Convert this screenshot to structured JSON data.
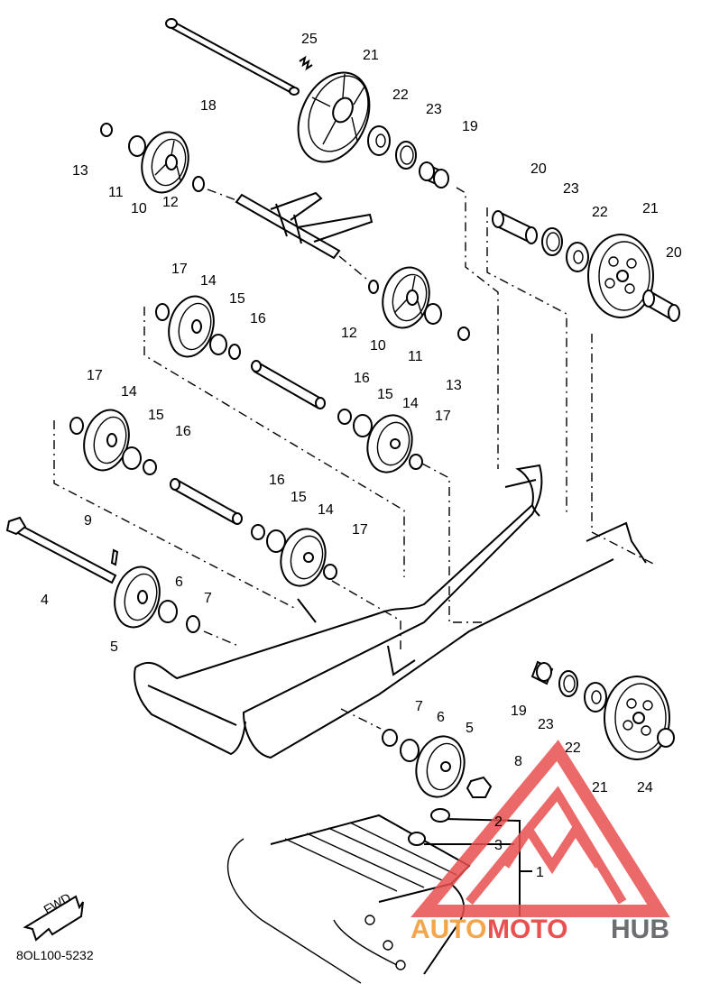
{
  "diagram": {
    "labels": [
      "25",
      "21",
      "18",
      "22",
      "23",
      "19",
      "13",
      "11",
      "10",
      "12",
      "20",
      "23",
      "22",
      "21",
      "20",
      "17",
      "14",
      "15",
      "16",
      "12",
      "10",
      "11",
      "13",
      "17",
      "14",
      "15",
      "16",
      "16",
      "15",
      "14",
      "17",
      "16",
      "15",
      "14",
      "17",
      "9",
      "4",
      "6",
      "7",
      "5",
      "7",
      "6",
      "5",
      "8",
      "19",
      "23",
      "22",
      "21",
      "24",
      "2",
      "3",
      "1"
    ],
    "part_code": "8OL100-5232",
    "fwd_label": "FWD"
  },
  "watermark": {
    "text_a": "AUTO",
    "text_b": "MOTO",
    "text_c": "HUB",
    "colors": {
      "accent": "#e8514f",
      "orange": "#f3a64b",
      "gray": "#6d6e71"
    }
  }
}
